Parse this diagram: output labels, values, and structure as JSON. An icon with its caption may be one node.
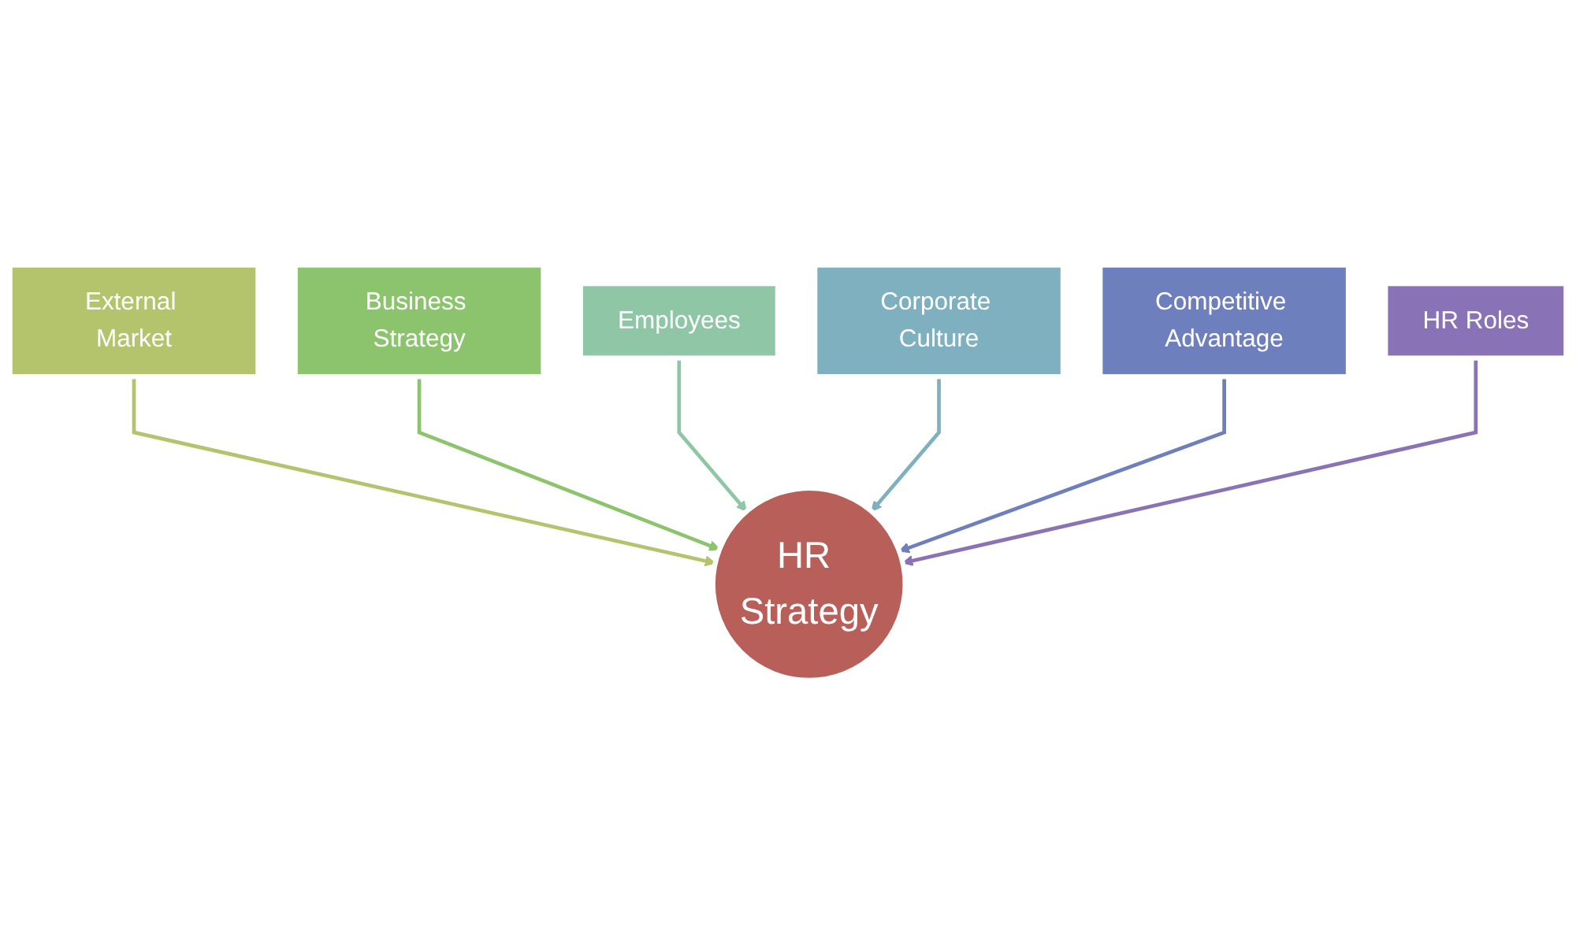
{
  "diagram": {
    "nodes": [
      {
        "text": [
          "Employees"
        ]
      },
      {
        "text": [
          "Corporate Culture"
        ]
      },
      {
        "text": [
          "Business Strategy"
        ]
      },
      {
        "text": [
          "Competitive Advantage"
        ]
      },
      {
        "text": [
          "External Market"
        ]
      },
      {
        "text": [
          "HR Strategy"
        ]
      },
      {
        "text": [
          "HR Roles"
        ]
      }
    ],
    "edges": [
      {
        "from": 4,
        "to": 5,
        "arrow": "to",
        "color": "#b3c46c"
      },
      {
        "from": 2,
        "to": 5,
        "arrow": "to",
        "color": "#8cc46e"
      },
      {
        "from": 0,
        "to": 5,
        "arrow": "to",
        "color": "#8ec6a6"
      },
      {
        "from": 1,
        "to": 5,
        "arrow": "to",
        "color": "#7fb0c0"
      },
      {
        "from": 3,
        "to": 5,
        "arrow": "to",
        "color": "#6e7fbd"
      },
      {
        "from": 6,
        "to": 5,
        "arrow": "to",
        "color": "#8a72b6"
      }
    ]
  }
}
